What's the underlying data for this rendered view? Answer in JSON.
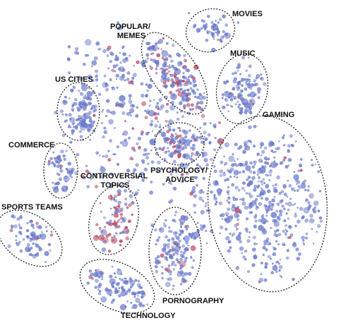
{
  "colors": {
    "background": "#ffffff",
    "dot_blue": "#6f7fd0",
    "dot_blue_edge": "#4a59b3",
    "dot_red": "#c2506a",
    "dot_red_edge": "#8e2f46",
    "cluster_outline": "#222222"
  },
  "clusters": [
    {
      "id": "movies",
      "label_lines": [
        "MOVIES"
      ]
    },
    {
      "id": "popular-memes",
      "label_lines": [
        "POPULAR/",
        "MEMES"
      ]
    },
    {
      "id": "music",
      "label_lines": [
        "MUSIC"
      ]
    },
    {
      "id": "us-cities",
      "label_lines": [
        "US CITIES"
      ]
    },
    {
      "id": "gaming",
      "label_lines": [
        "GAMING"
      ]
    },
    {
      "id": "commerce",
      "label_lines": [
        "COMMERCE"
      ]
    },
    {
      "id": "psychology-advice",
      "label_lines": [
        "PSYCHOLOGY/",
        "ADVICE"
      ]
    },
    {
      "id": "controversial-topics",
      "label_lines": [
        "CONTROVERSIAL",
        "TOPICS"
      ]
    },
    {
      "id": "sports-teams",
      "label_lines": [
        "SPORTS TEAMS"
      ]
    },
    {
      "id": "pornography",
      "label_lines": [
        "PORNOGRAPHY"
      ]
    },
    {
      "id": "technology",
      "label_lines": [
        "TECHNOLOGY"
      ]
    }
  ]
}
